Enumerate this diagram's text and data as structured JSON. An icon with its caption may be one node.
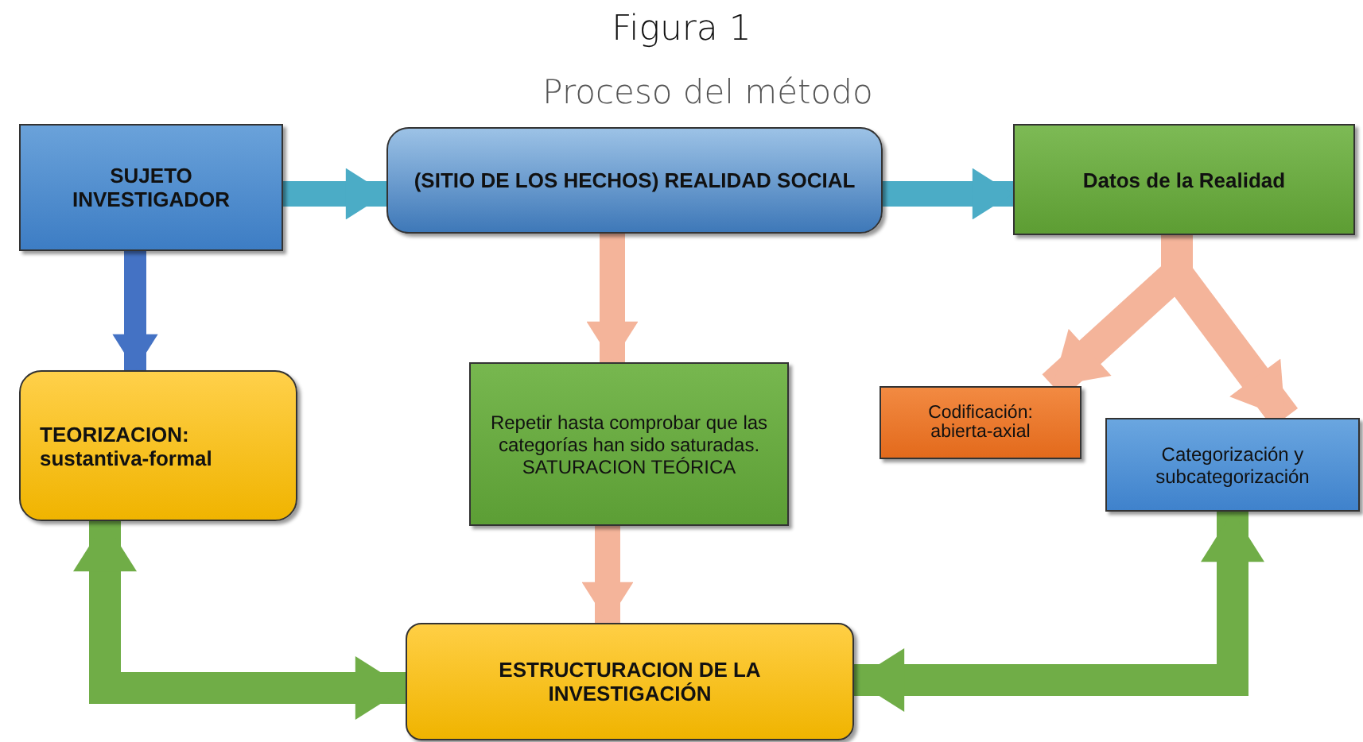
{
  "diagram": {
    "title": "Figura 1",
    "caption": "Proceso del método",
    "nodes": [
      {
        "text": [
          "SUJETO INVESTIGADOR"
        ]
      },
      {
        "text": [
          "(SITIO DE LOS HECHOS) REALIDAD SOCIAL"
        ]
      },
      {
        "text": [
          "Datos de la Realidad"
        ]
      },
      {
        "text": [
          "TEORIZACION: sustantiva-formal"
        ]
      },
      {
        "text": [
          "Repetir hasta comprobar que las categorías han sido saturadas.",
          "SATURACION TEÓRICA"
        ]
      },
      {
        "text": [
          "Codificación: abierta-axial"
        ]
      },
      {
        "text": [
          "Categorización y subcategorización"
        ]
      },
      {
        "text": [
          "ESTRUCTURACION DE LA INVESTIGACIÓN"
        ]
      }
    ],
    "edges": [
      {
        "from": 0,
        "to": 1,
        "arrow": "to",
        "color": "#4bacc6"
      },
      {
        "from": 1,
        "to": 2,
        "arrow": "to",
        "color": "#4bacc6"
      },
      {
        "from": 0,
        "to": 3,
        "arrow": "to",
        "color": "#4472c4"
      },
      {
        "from": 1,
        "to": 4,
        "arrow": "to",
        "color": "#f4b49a"
      },
      {
        "from": 4,
        "to": 7,
        "arrow": "to",
        "color": "#f4b49a"
      },
      {
        "from": 2,
        "to": 5,
        "arrow": "to",
        "color": "#f4b49a"
      },
      {
        "from": 2,
        "to": 6,
        "arrow": "to",
        "color": "#f4b49a"
      },
      {
        "from": 3,
        "to": 7,
        "arrow": "both",
        "color": "#70ad47"
      },
      {
        "from": 7,
        "to": 6,
        "arrow": "both",
        "color": "#70ad47"
      }
    ]
  }
}
